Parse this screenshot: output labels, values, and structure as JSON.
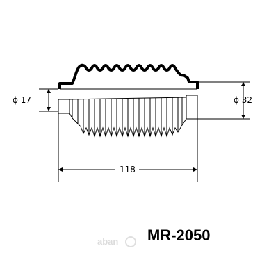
{
  "dimensions": {
    "small_diameter": "ϕ 17",
    "large_diameter": "ϕ 32",
    "length": "118"
  },
  "part_number": "MR-2050",
  "watermark": "aban"
}
